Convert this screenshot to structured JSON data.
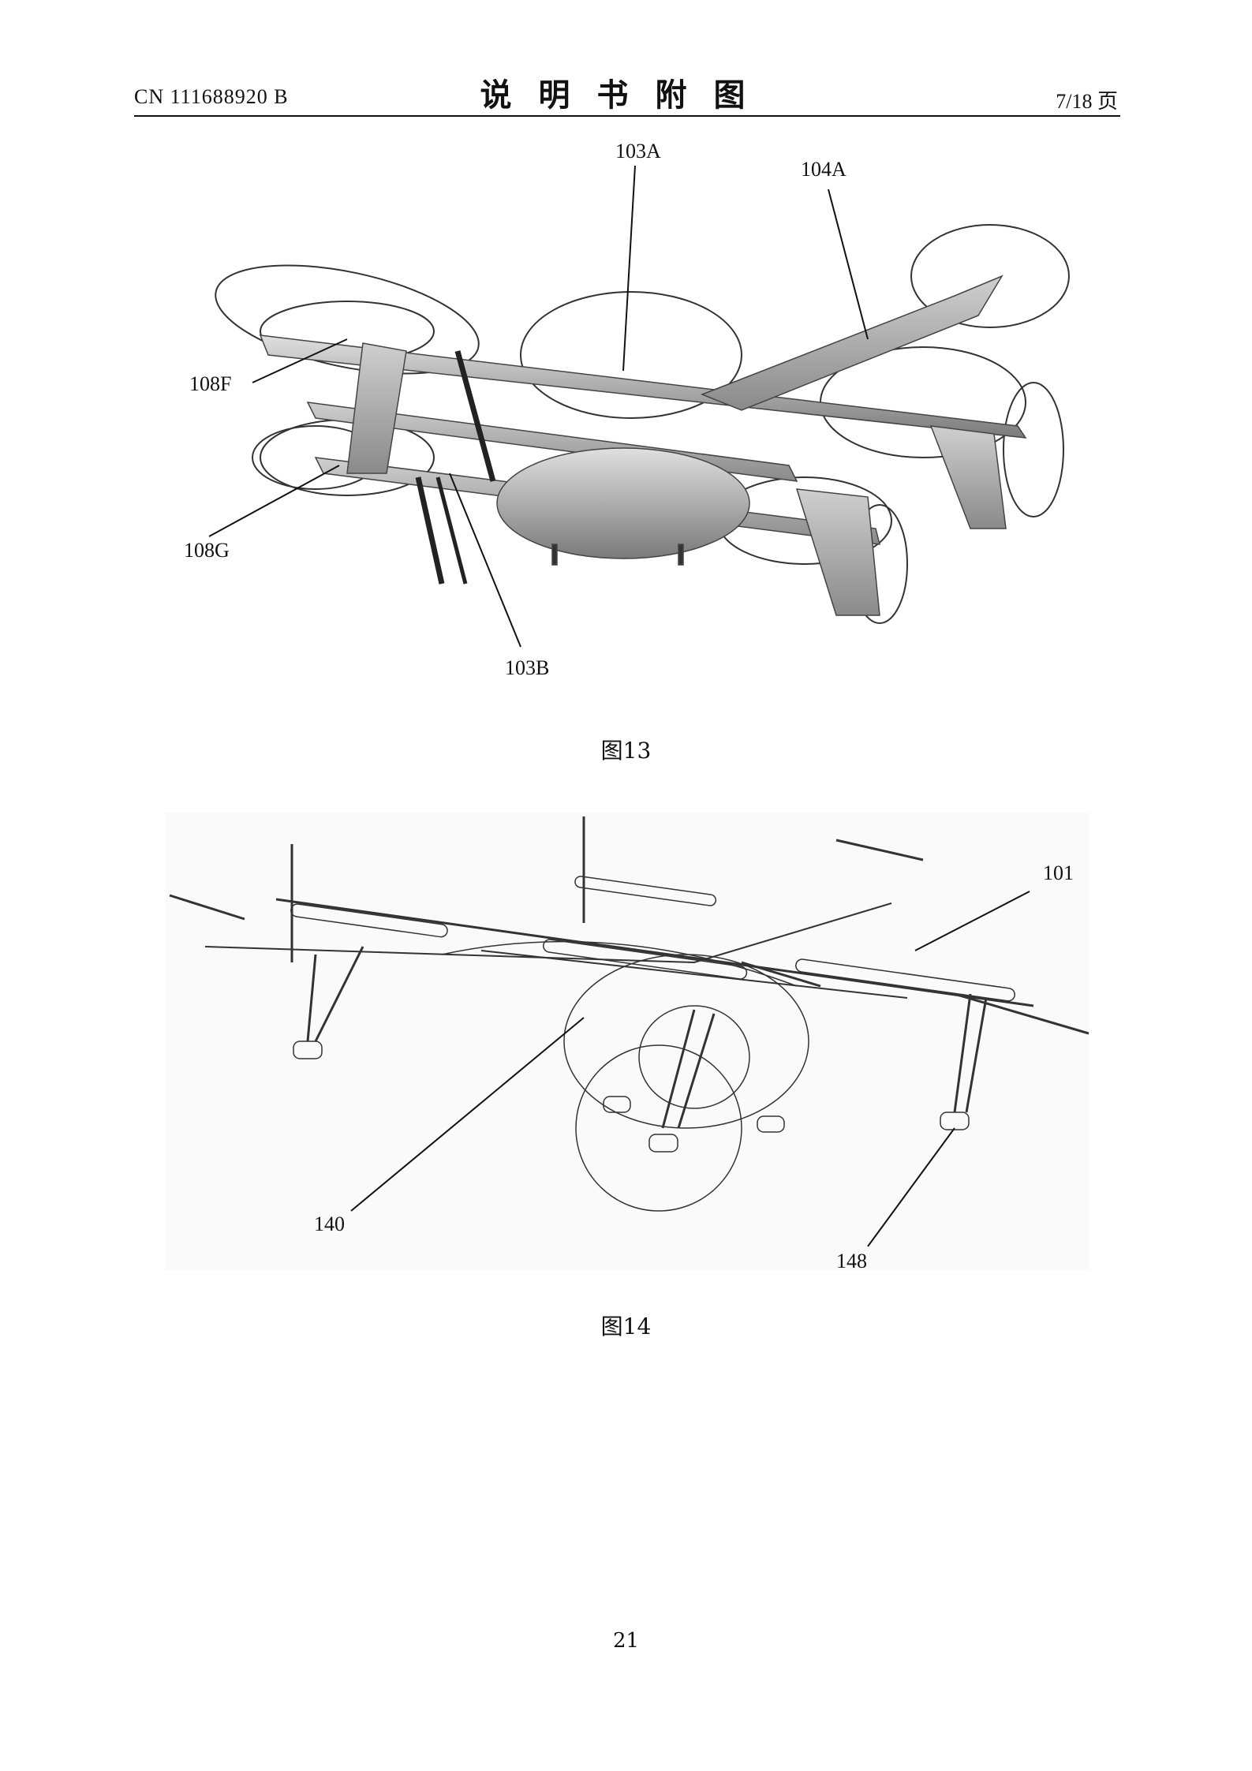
{
  "header": {
    "patent_number": "CN 111688920 B",
    "section_title": "说明书附图",
    "page_of_total": "7/18 页"
  },
  "figures": [
    {
      "caption": "图13",
      "labels": {
        "l103A": "103A",
        "l104A": "104A",
        "l108F": "108F",
        "l108G": "108G",
        "l103B": "103B"
      }
    },
    {
      "caption": "图14",
      "labels": {
        "l101": "101",
        "l140": "140",
        "l148": "148"
      }
    }
  ],
  "footer": {
    "page_number": "21"
  }
}
